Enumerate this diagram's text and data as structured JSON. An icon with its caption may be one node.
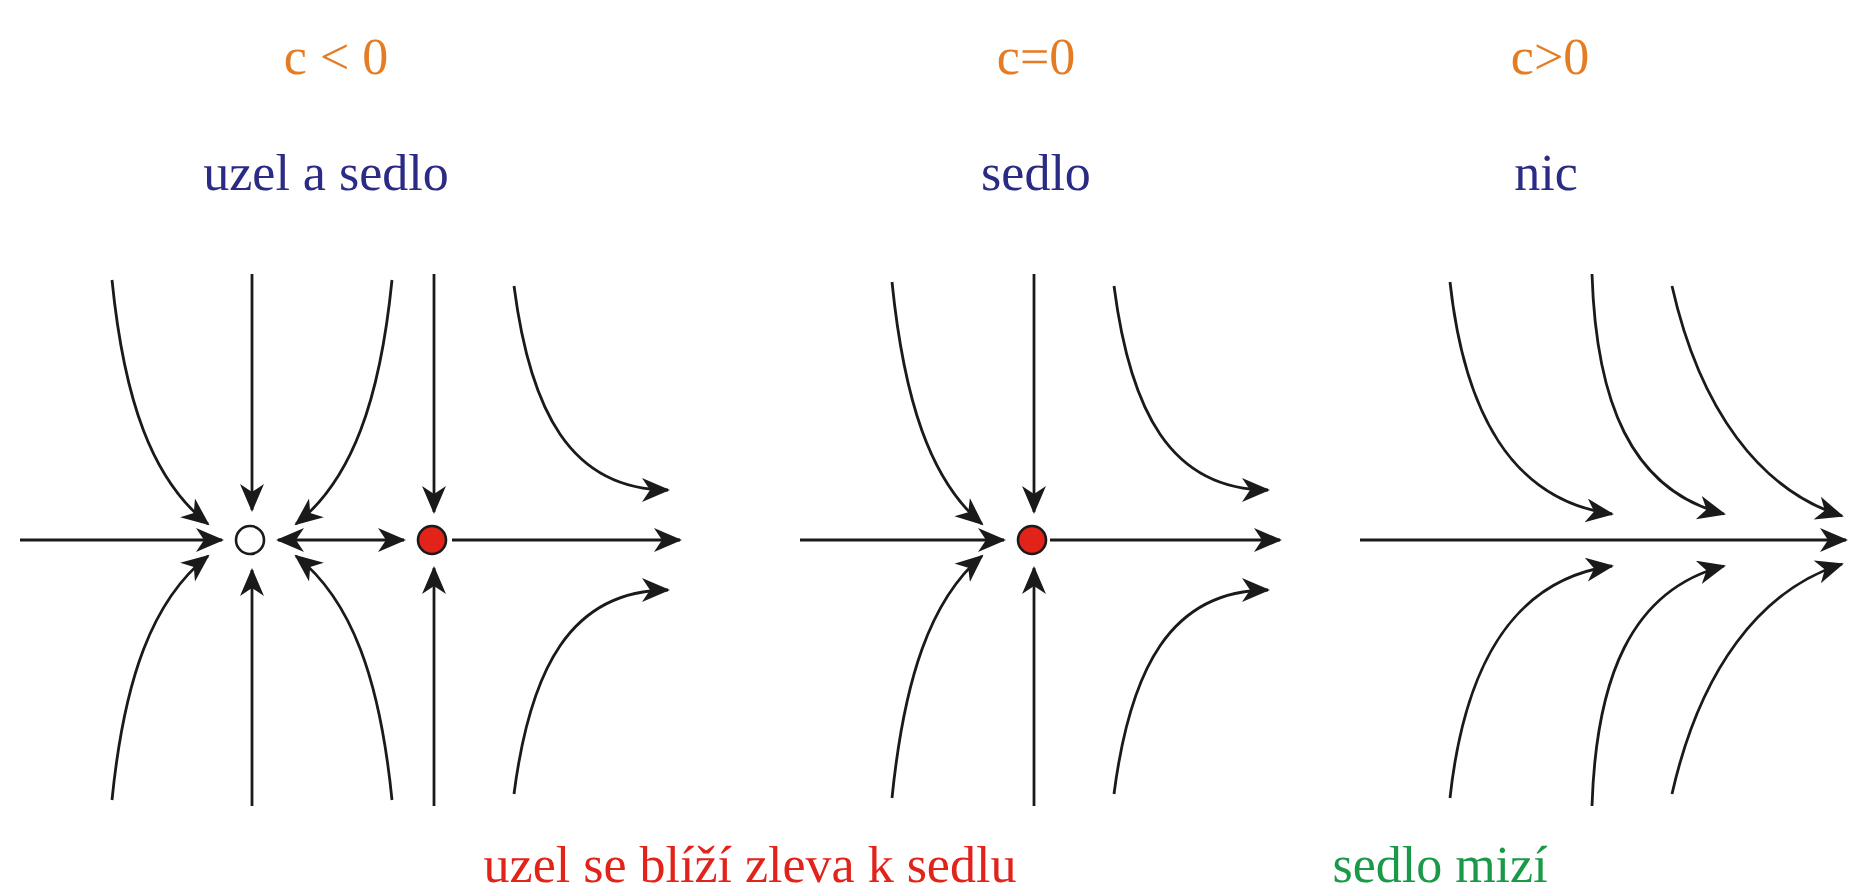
{
  "diagram": {
    "labels": [
      "c < 0",
      "c=0",
      "c>0",
      "uzel a sedlo",
      "sedlo",
      "nic",
      "uzel se blíží zleva k sedlu",
      "sedlo mizí"
    ]
  }
}
